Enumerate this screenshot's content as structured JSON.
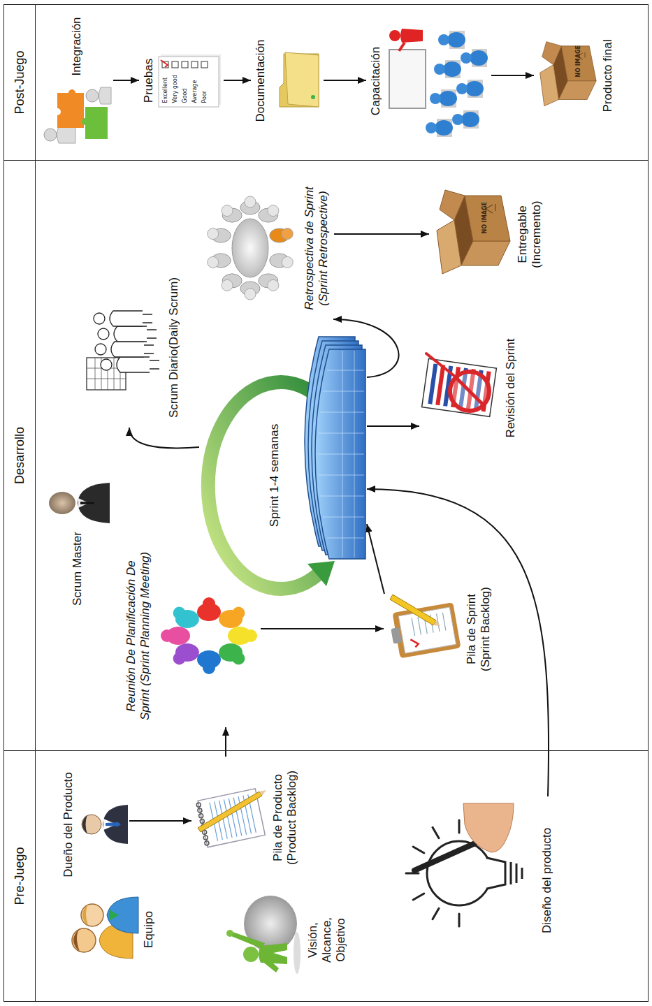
{
  "diagram": {
    "nodes": [
      {
        "text": [
          "Pre-Juego"
        ]
      },
      {
        "text": [
          "Desarrollo"
        ]
      },
      {
        "text": [
          "Post-Juego"
        ]
      },
      {
        "text": [
          "Equipo"
        ],
        "in": 0
      },
      {
        "text": [
          "Dueño del Producto"
        ],
        "in": 0
      },
      {
        "text": [
          "Visión, Alcance, Objetivo"
        ],
        "in": 0
      },
      {
        "text": [
          "Pila de Producto (Product Backlog)"
        ],
        "in": 0
      },
      {
        "text": [
          "Diseño del producto"
        ],
        "in": 0
      },
      {
        "text": [
          "Scrum Master"
        ],
        "in": 1
      },
      {
        "text": [
          "Reunión De Planificación De Sprint (Sprint Planning Meeting)"
        ],
        "in": 1
      },
      {
        "text": [
          "Pila de Sprint (Sprint Backlog)"
        ],
        "in": 1
      },
      {
        "text": [
          "Sprint 1-4 semanas"
        ],
        "in": 1
      },
      {
        "text": [
          "Scrum Diario(Daily Scrum)"
        ],
        "in": 1
      },
      {
        "text": [
          "Retrospectiva de Sprint (Sprint Retrospective)"
        ],
        "in": 1
      },
      {
        "text": [
          "Entregable (Incremento)"
        ],
        "in": 1
      },
      {
        "text": [
          "Revisión del Sprint"
        ],
        "in": 1
      },
      {
        "text": [
          "Integración"
        ],
        "in": 2
      },
      {
        "text": [
          "Pruebas"
        ],
        "in": 2
      },
      {
        "text": [
          "Documentación"
        ],
        "in": 2
      },
      {
        "text": [
          "Capacitación"
        ],
        "in": 2
      },
      {
        "text": [
          "Producto final"
        ],
        "in": 2
      }
    ],
    "edges": [
      {
        "from": 4,
        "to": 6,
        "arrow": "to"
      },
      {
        "from": 6,
        "to": 9,
        "arrow": "to"
      },
      {
        "from": 9,
        "to": 10,
        "arrow": "to"
      },
      {
        "from": 10,
        "to": 11,
        "arrow": "to"
      },
      {
        "from": 7,
        "to": 11,
        "arrow": "to"
      },
      {
        "from": 11,
        "to": 12,
        "arrow": "to"
      },
      {
        "from": 11,
        "to": 13,
        "arrow": "to"
      },
      {
        "from": 13,
        "to": 14,
        "arrow": "to"
      },
      {
        "from": 11,
        "to": 15,
        "arrow": "to"
      },
      {
        "from": 16,
        "to": 17,
        "arrow": "to"
      },
      {
        "from": 17,
        "to": 18,
        "arrow": "to"
      },
      {
        "from": 18,
        "to": 19,
        "arrow": "to"
      },
      {
        "from": 19,
        "to": 20,
        "arrow": "to"
      }
    ],
    "labels": [
      "Excellent",
      "Very good",
      "Good",
      "Average",
      "Poor",
      "NO IMAGE",
      "NO IMAGE"
    ]
  }
}
